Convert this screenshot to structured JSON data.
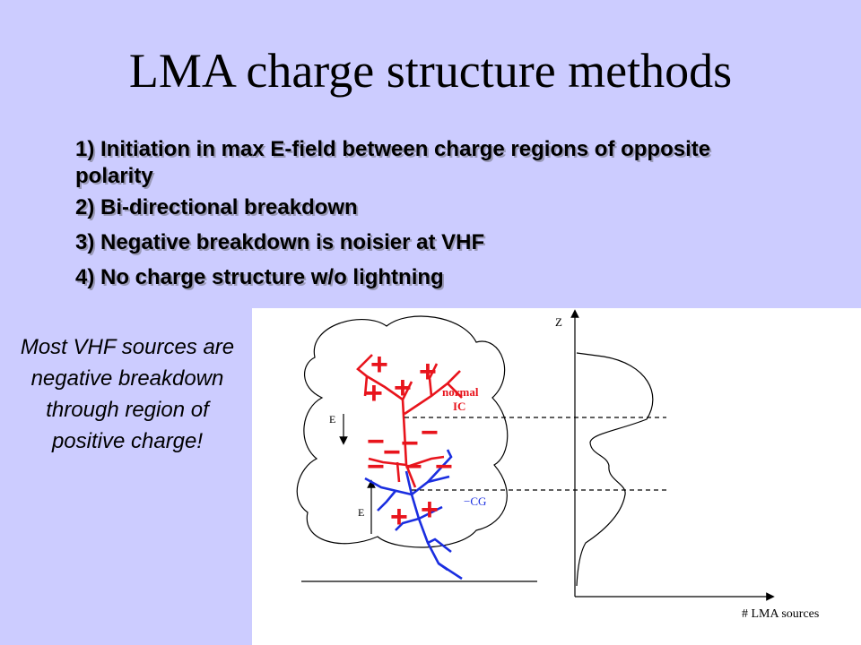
{
  "slide": {
    "title": "LMA charge structure methods",
    "bullets": [
      "1) Initiation in max E-field between charge regions of opposite polarity",
      "2) Bi-directional breakdown",
      "3) Negative breakdown is noisier at VHF",
      "4) No charge structure w/o lightning"
    ],
    "note": "Most VHF sources are negative breakdown through region of positive charge!"
  },
  "diagram": {
    "z_label": "Z",
    "x_label": "# LMA sources",
    "ic_label": [
      "normal",
      "IC"
    ],
    "cg_label": "−CG",
    "e_label_upper": "E",
    "e_label_lower": "E",
    "plus_sign": "+",
    "minus_sign": "−",
    "colors": {
      "ic": "#e8141c",
      "cg": "#1a2ee0",
      "line": "#000000"
    }
  }
}
